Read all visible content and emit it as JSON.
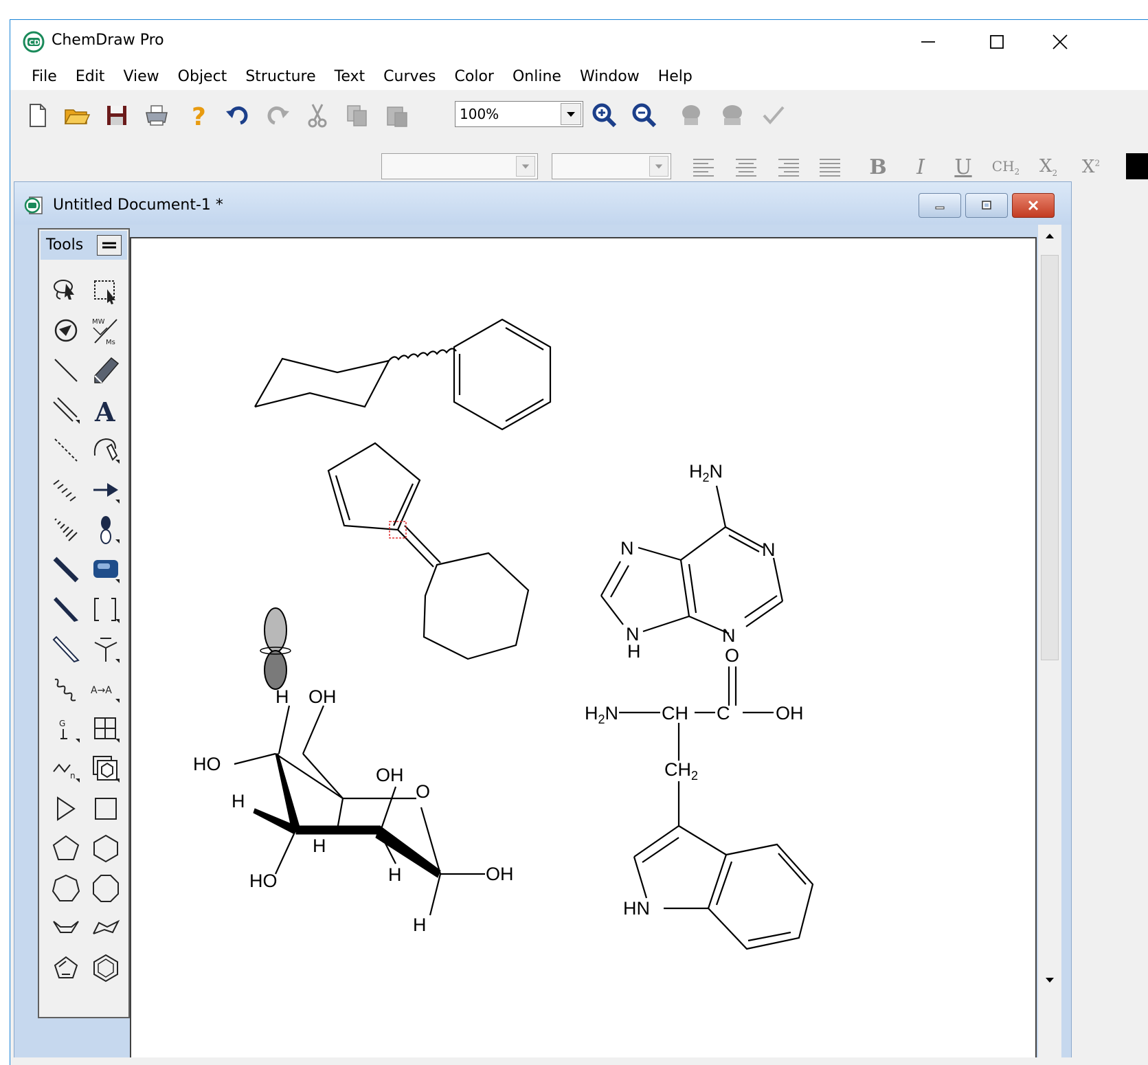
{
  "app": {
    "title": "ChemDraw Pro",
    "accent_color": "#1883d7"
  },
  "menu": [
    {
      "label": "File"
    },
    {
      "label": "Edit"
    },
    {
      "label": "View"
    },
    {
      "label": "Object"
    },
    {
      "label": "Structure"
    },
    {
      "label": "Text"
    },
    {
      "label": "Curves"
    },
    {
      "label": "Color"
    },
    {
      "label": "Online"
    },
    {
      "label": "Window"
    },
    {
      "label": "Help"
    }
  ],
  "toolbar": {
    "zoom_value": "100%",
    "buttons": [
      "new-document-icon",
      "open-folder-icon",
      "save-icon",
      "print-icon",
      "help-icon",
      "undo-icon",
      "redo-icon",
      "cut-icon",
      "copy-icon",
      "paste-icon",
      "zoom-in-icon",
      "zoom-out-icon",
      "clean-structure-icon",
      "clean-structure-alt-icon",
      "check-structure-icon"
    ]
  },
  "format_toolbar": {
    "font_value": "",
    "size_value": "",
    "bold": "B",
    "italic": "I",
    "underline": "U",
    "formula": "CH",
    "formula_sub": "2",
    "subscript": "X",
    "subscript_sub": "2",
    "superscript": "X",
    "superscript_sup": "2"
  },
  "document": {
    "title": "Untitled Document-1 *"
  },
  "tools_palette": {
    "title": "Tools",
    "items": [
      "lasso-tool-icon",
      "marquee-tool-icon",
      "structure-perspective-icon",
      "mass-fragmentation-icon",
      "solid-bond-icon",
      "eraser-icon",
      "multiple-bond-icon",
      "text-tool-icon",
      "dashed-bond-icon",
      "pen-tool-icon",
      "hashed-bond-icon",
      "arrow-tool-icon",
      "hashed-wedge-icon",
      "orbital-tool-icon",
      "bold-bond-icon",
      "drawing-elements-icon",
      "wedge-bond-icon",
      "brackets-icon",
      "hollow-wedge-icon",
      "chemical-symbols-icon",
      "wavy-bond-icon",
      "query-tool-icon",
      "template-tool-icon",
      "table-tool-icon",
      "acyclic-chain-icon",
      "templates-icon",
      "play-icon",
      "square-icon",
      "cyclopentane-icon",
      "cyclohexane-icon",
      "cycloheptane-icon",
      "cyclooctane-icon",
      "boat-cyclohexane-icon",
      "chair-cyclohexane-icon",
      "cyclopentadiene-icon",
      "benzene-icon"
    ],
    "text_tool_label": "A",
    "mass_label_top": "MW",
    "mass_label_bottom": "Ms",
    "query_label": "A→A",
    "chain_label": "n"
  },
  "canvas": {
    "labels": {
      "adenine_h2n": "H",
      "adenine_h2n_sub": "2",
      "adenine_h2n_n": "N",
      "n1": "N",
      "n3": "N",
      "n7": "N",
      "n9": "N",
      "n9_h": "H",
      "trp_o": "O",
      "trp_h2n": "H",
      "trp_h2n_sub": "2",
      "trp_h2n_n": "N",
      "trp_ch": "CH",
      "trp_c": "C",
      "trp_oh": "OH",
      "trp_ch2": "CH",
      "trp_ch2_sub": "2",
      "trp_hn": "HN",
      "sugar_h_top": "H",
      "sugar_oh_top": "OH",
      "sugar_ho_left": "HO",
      "sugar_h_left": "H",
      "sugar_oh_mid": "OH",
      "sugar_o_ring": "O",
      "sugar_h_mid": "H",
      "sugar_ho_bottom": "HO",
      "sugar_h_bottom": "H",
      "sugar_oh_right": "OH",
      "sugar_h_lowest": "H"
    }
  }
}
